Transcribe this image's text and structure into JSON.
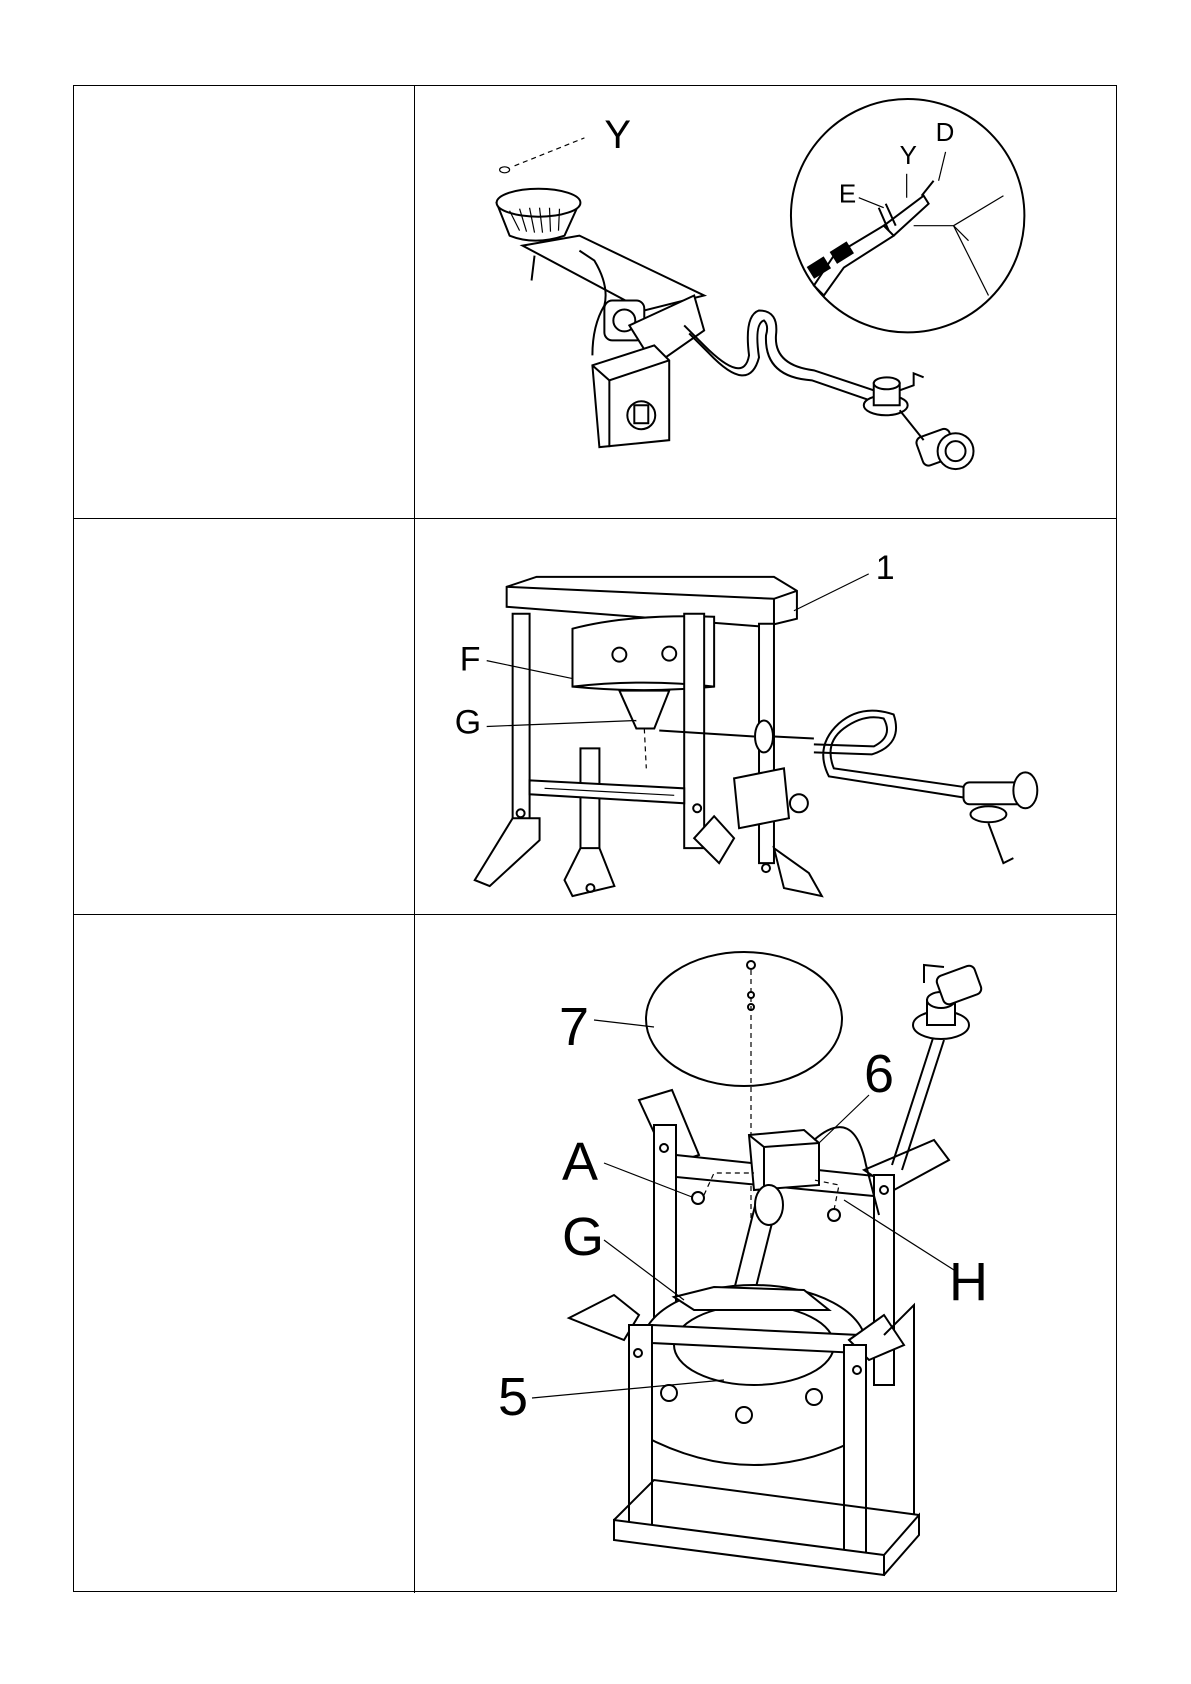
{
  "steps": [
    {
      "instructions": "",
      "labels": {
        "y_main": "Y",
        "d": "D",
        "y_detail": "Y",
        "e": "E"
      }
    },
    {
      "instructions": "",
      "labels": {
        "one": "1",
        "f": "F",
        "g": "G"
      }
    },
    {
      "instructions": "",
      "labels": {
        "seven": "7",
        "six": "6",
        "a": "A",
        "g": "G",
        "h": "H",
        "five": "5"
      }
    }
  ]
}
